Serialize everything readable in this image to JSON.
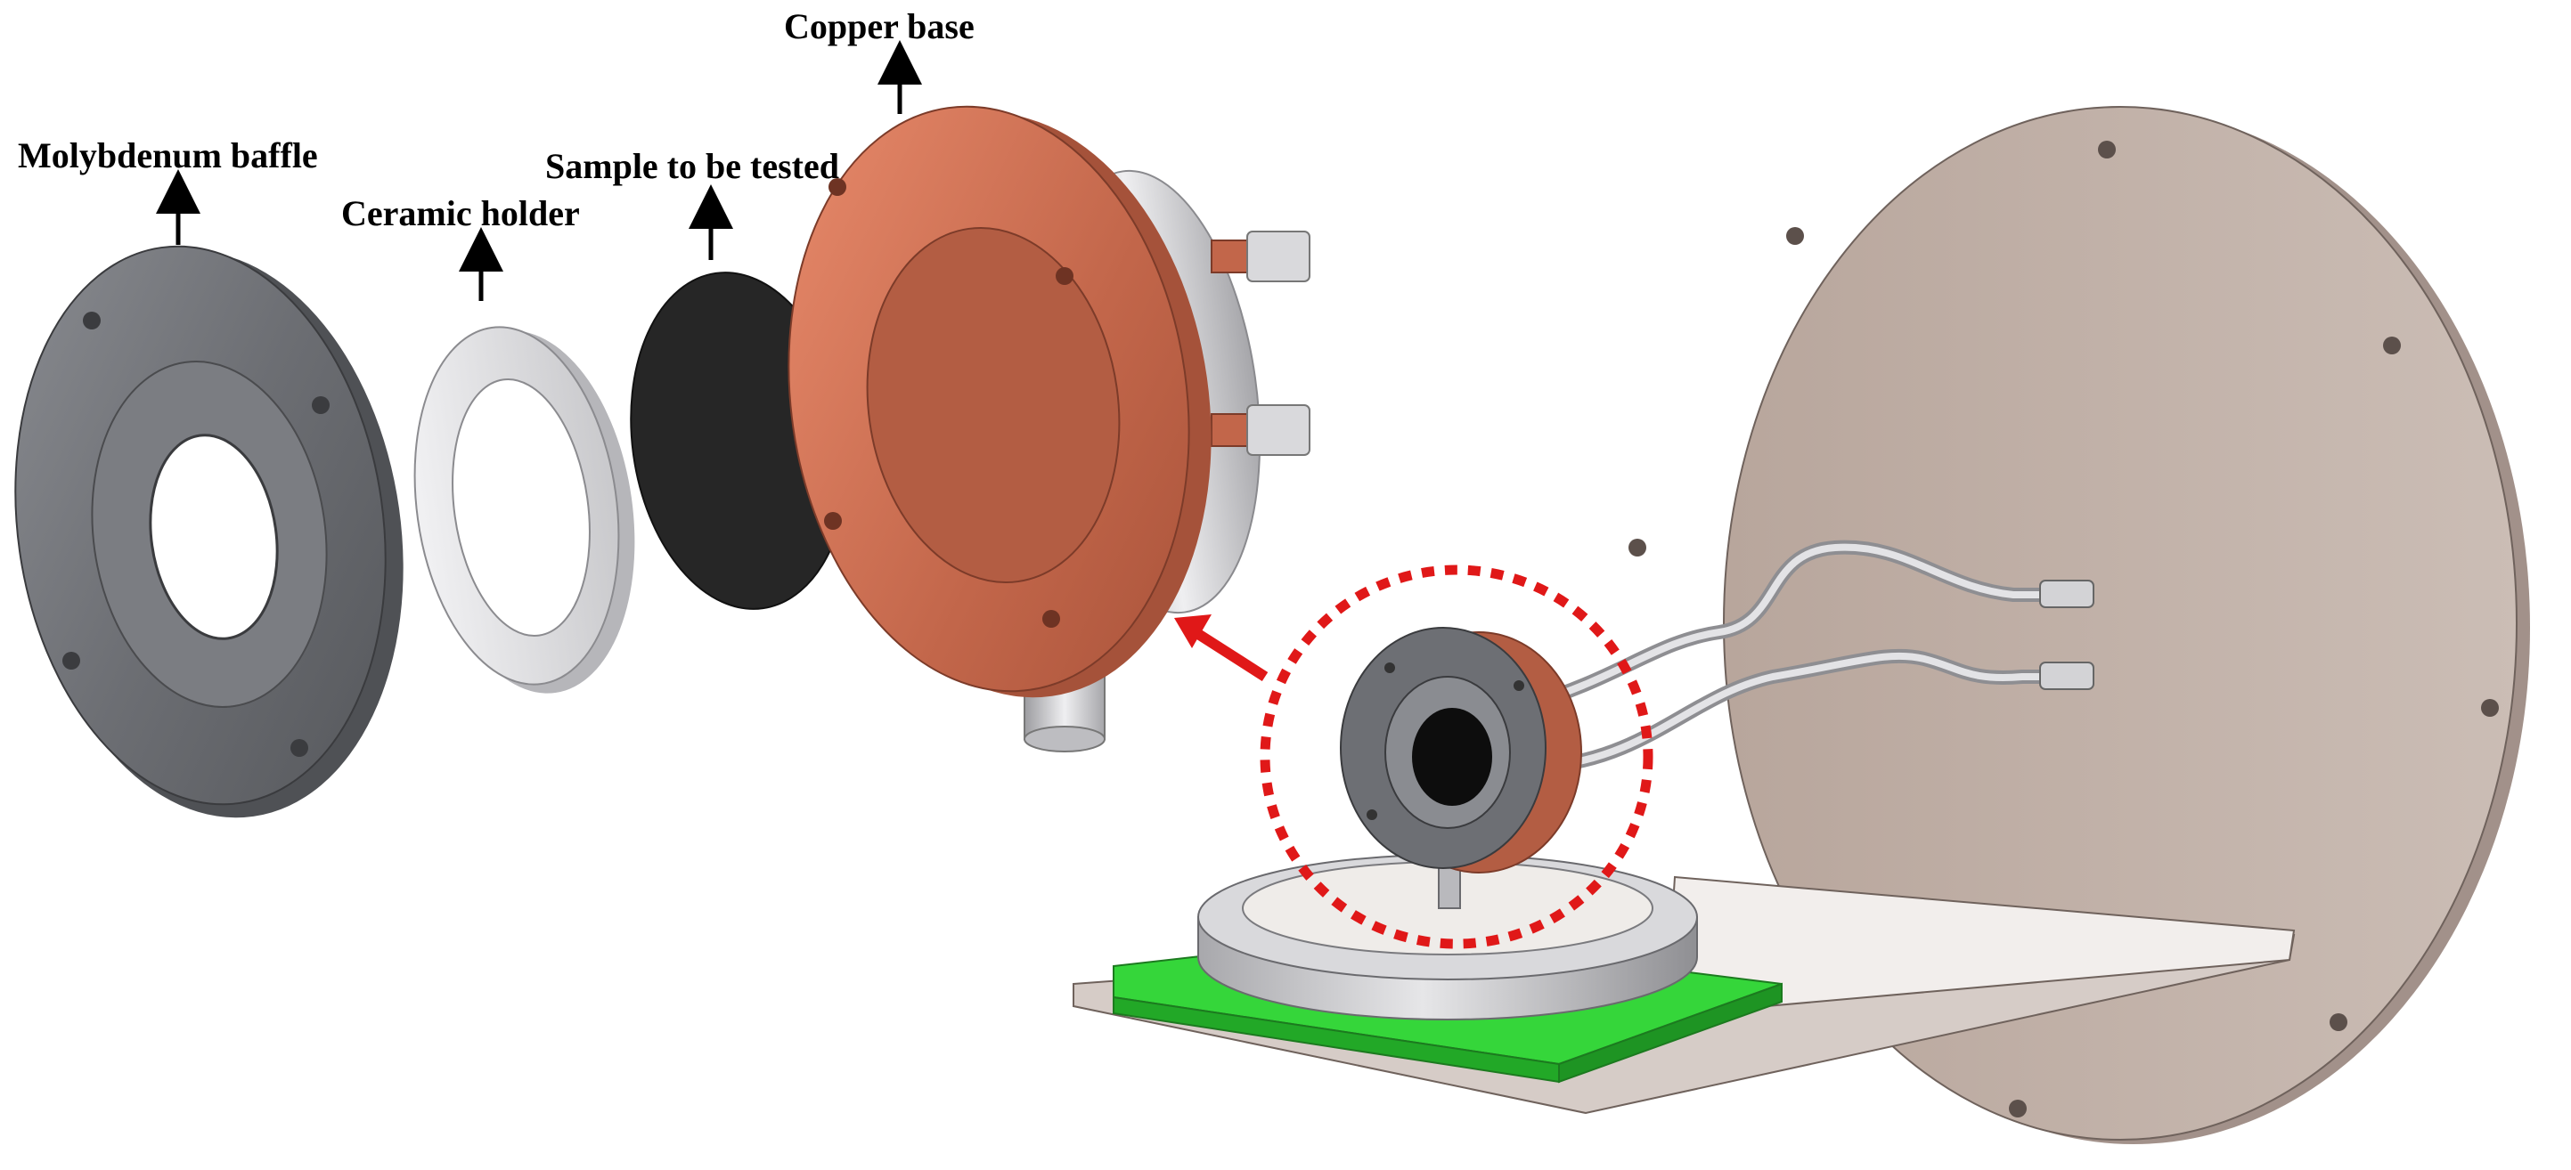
{
  "labels": {
    "copper_base": "Copper base",
    "molybdenum_baffle": "Molybdenum baffle",
    "sample": "Sample to be tested",
    "ceramic_holder": "Ceramic holder"
  },
  "colors": {
    "copper": "#c2664a",
    "copper_light": "#e8876a",
    "molybdenum": "#6d6f74",
    "ceramic": "#e4e4e6",
    "sample": "#2a2a2a",
    "chamber_plate": "#c7b7ae",
    "green_plate": "#35d63a",
    "highlight_ring": "#e01818"
  }
}
